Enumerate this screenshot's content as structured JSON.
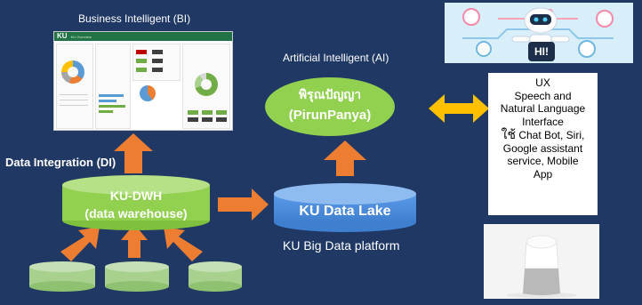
{
  "labels": {
    "bi": "Business Intelligent (BI)",
    "ai": "Artificial Intelligent (AI)",
    "di": "Data Integration (DI)",
    "big_data": "KU Big Data platform"
  },
  "nodes": {
    "pirunpanya_thai": "พิรุณปัญญา",
    "pirunpanya": "(PirunPanya)",
    "dwh_name": "KU-DWH",
    "dwh_desc": "(data warehouse)",
    "data_lake": "KU Data Lake"
  },
  "dashboard": {
    "logo": "KU",
    "subtitle": "KU Overview"
  },
  "robot": {
    "greeting": "HI!"
  },
  "ux_box": {
    "line1": "UX",
    "line2": "Speech and",
    "line3": "Natural Language",
    "line4": "Interface",
    "line5_glyph": "ใช้",
    "line5_text": " Chat Bot, Siri,",
    "line6": "Google assistant",
    "line7": "service, Mobile",
    "line8": "App"
  },
  "colors": {
    "background": "#1f3864",
    "green_fill": "#92d050",
    "green_light": "#a9d18e",
    "blue_fill": "#4a90e2",
    "orange_arrow": "#ed7d31",
    "yellow_arrow": "#ffc000",
    "white": "#ffffff"
  }
}
